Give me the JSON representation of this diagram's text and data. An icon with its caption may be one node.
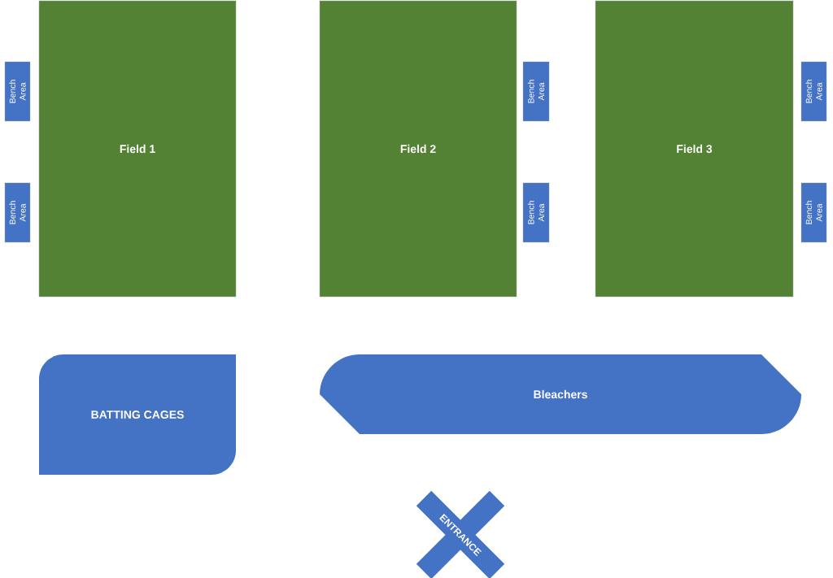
{
  "diagram": {
    "nodes": [
      {
        "text": [
          "Field 1"
        ]
      },
      {
        "text": [
          "Field 2"
        ]
      },
      {
        "text": [
          "Field 3"
        ]
      },
      {
        "text": [
          "Bench Area"
        ]
      },
      {
        "text": [
          "Bench Area"
        ]
      },
      {
        "text": [
          "Bench Area"
        ]
      },
      {
        "text": [
          "Bench Area"
        ]
      },
      {
        "text": [
          "Bench Area"
        ]
      },
      {
        "text": [
          "Bench Area"
        ]
      },
      {
        "text": [
          "BATTING CAGES"
        ]
      },
      {
        "text": [
          "Bleachers"
        ]
      },
      {
        "text": [
          "ENTRANCE"
        ]
      }
    ]
  }
}
